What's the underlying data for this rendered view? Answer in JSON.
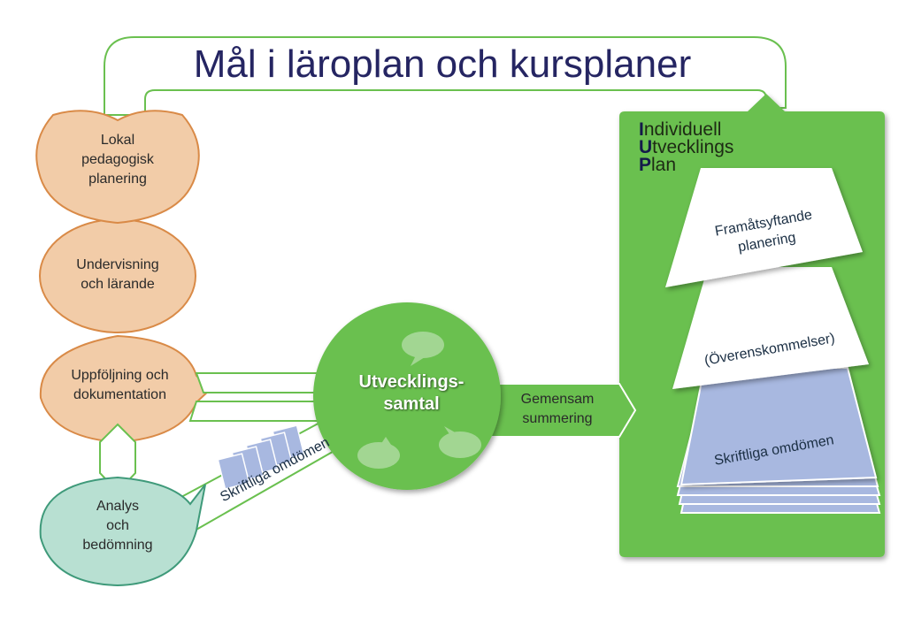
{
  "title": "Mål i läroplan och kursplaner",
  "cycle": {
    "lokal": [
      "Lokal",
      "pedagogisk",
      "planering"
    ],
    "undervisning": [
      "Undervisning",
      "och lärande"
    ],
    "uppfoljning": [
      "Uppföljning och",
      "dokumentation"
    ],
    "analys": [
      "Analys",
      "och",
      "bedömning"
    ]
  },
  "skriftliga_strip_label": "Skriftliga omdömen",
  "center": {
    "title_line1": "Utvecklings-",
    "title_line2": "samtal"
  },
  "gemensam": [
    "Gemensam",
    "summering"
  ],
  "iup": {
    "letter1": "I",
    "rest1": "ndividuell",
    "letter2": "U",
    "rest2": "tvecklings",
    "letter3": "P",
    "rest3": "lan"
  },
  "stack": {
    "top": [
      "Framåtsyftande",
      "planering"
    ],
    "middle": "(Överenskommelser)",
    "bottom": "Skriftliga omdömen"
  },
  "colors": {
    "green": "#6ac04f",
    "green_dark": "#4e9a3a",
    "orange_fill": "#f2cca8",
    "orange_stroke": "#d98a47",
    "teal_fill": "#b8e0d2",
    "teal_stroke": "#3f9a7a",
    "title": "#252562",
    "paper_blue": "#a8b8e0"
  }
}
